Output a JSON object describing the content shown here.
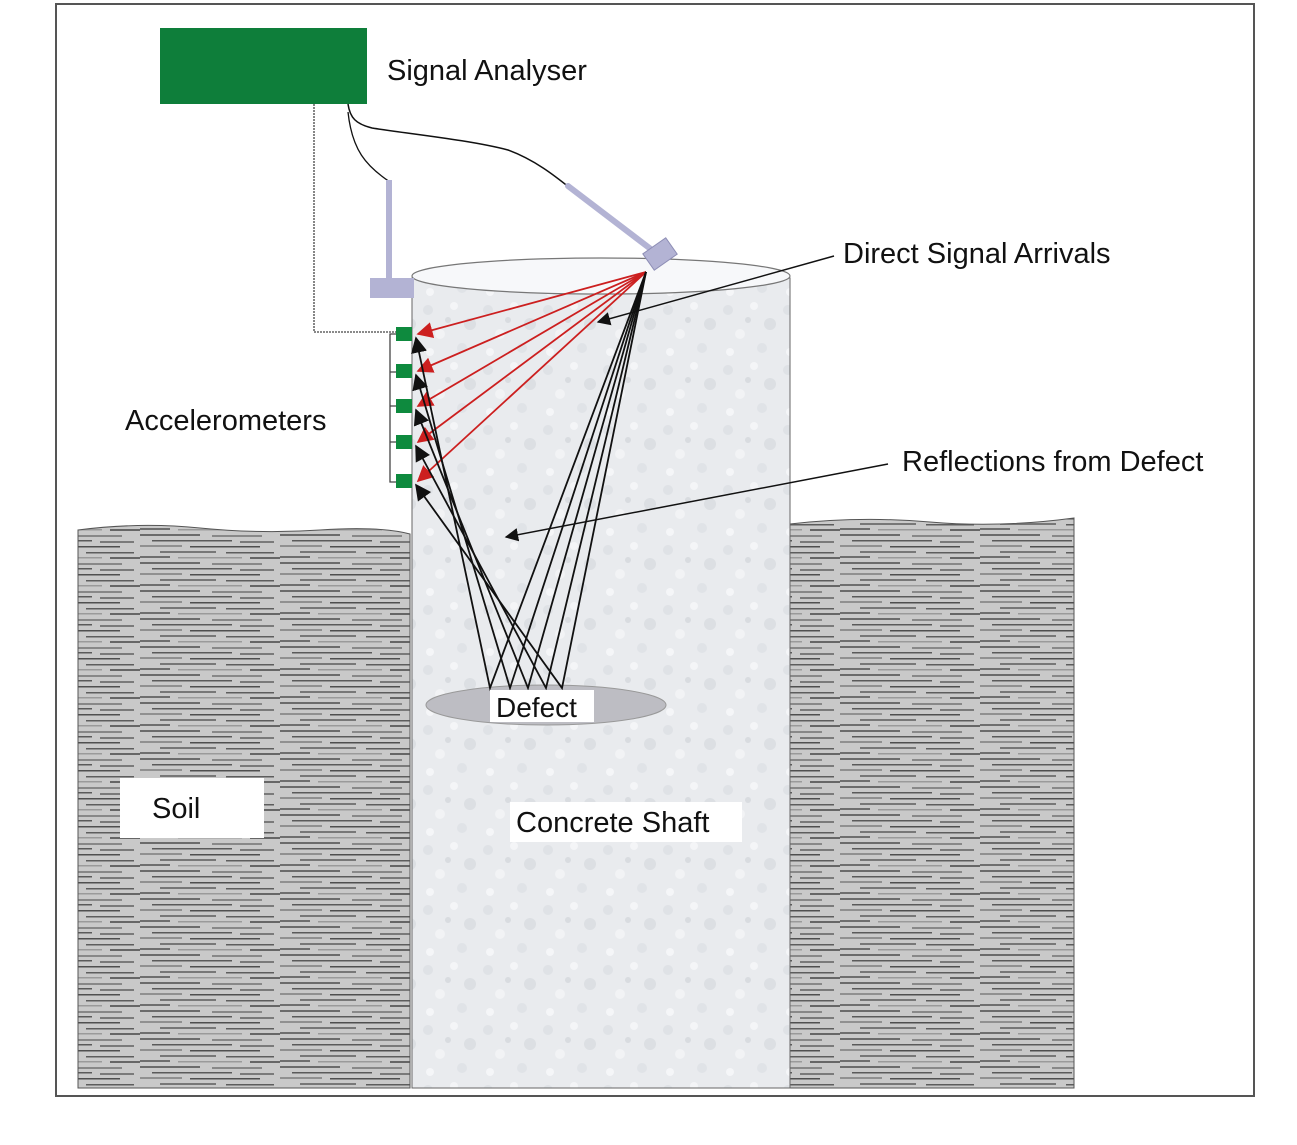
{
  "labels": {
    "signal_analyser": "Signal Analyser",
    "direct_signal_arrivals": "Direct Signal Arrivals",
    "accelerometers": "Accelerometers",
    "reflections_from_defect": "Reflections from Defect",
    "defect": "Defect",
    "soil": "Soil",
    "concrete_shaft": "Concrete Shaft"
  },
  "colors": {
    "analyser_green": "#0e7e3a",
    "accelerometer_green": "#0e8a3e",
    "direct_ray_red": "#cc1f1f",
    "reflection_ray_black": "#111111",
    "hammer_lavender": "#b3b3d4",
    "shaft_concrete": "#ebedef",
    "soil_gray": "#8a8a8a",
    "defect_gray": "#bdbdc3"
  },
  "accelerometer_count": 5
}
